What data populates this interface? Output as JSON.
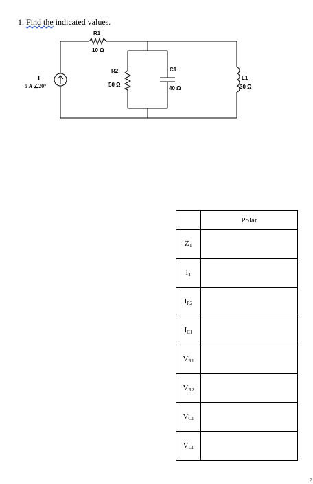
{
  "question": {
    "number": "1.",
    "underlined": "Find  the",
    "rest": "indicated values."
  },
  "circuit": {
    "source": {
      "name": "I",
      "value": "5 A ∠20°"
    },
    "r1": {
      "name": "R1",
      "value": "10 Ω"
    },
    "r2": {
      "name": "R2",
      "value": "50 Ω"
    },
    "c1": {
      "name": "C1",
      "value": "40 Ω"
    },
    "l1": {
      "name": "L1",
      "value": "30 Ω"
    }
  },
  "table": {
    "header_blank": "",
    "header": "Polar",
    "rows": [
      {
        "main": "Z",
        "sub": "T"
      },
      {
        "main": "I",
        "sub": "T"
      },
      {
        "main": "I",
        "sub": "R2"
      },
      {
        "main": "I",
        "sub": "C1"
      },
      {
        "main": "V",
        "sub": "R1"
      },
      {
        "main": "V",
        "sub": "R2"
      },
      {
        "main": "V",
        "sub": "C1"
      },
      {
        "main": "V",
        "sub": "L1"
      }
    ]
  },
  "page_number": "7"
}
